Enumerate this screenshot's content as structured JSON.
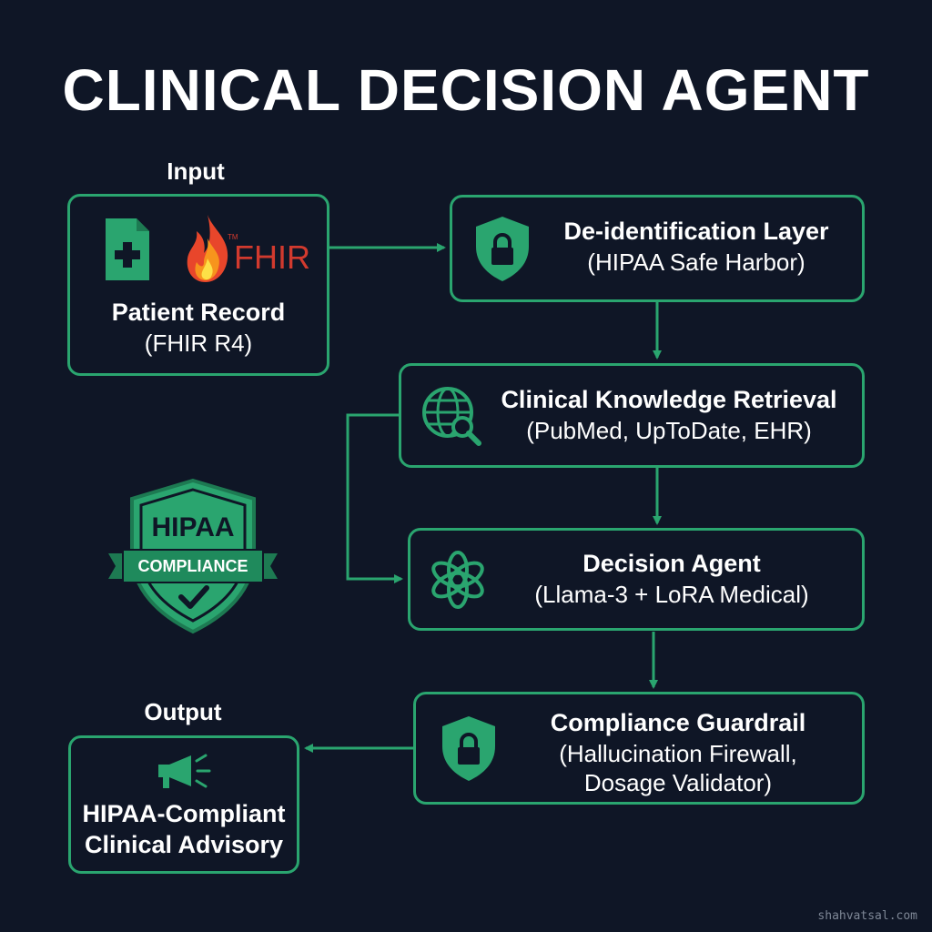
{
  "title": "CLINICAL DECISION AGENT",
  "colors": {
    "background": "#0f1626",
    "accent": "#2aa56f",
    "fhir": "#d23a2e"
  },
  "labels": {
    "input": "Input",
    "output": "Output"
  },
  "input_box": {
    "icons": [
      "medical-document-icon",
      "fhir-flame-logo"
    ],
    "logo_text": "FHIR",
    "logo_tm": "TM",
    "title": "Patient Record",
    "subtitle": "(FHIR R4)"
  },
  "steps": [
    {
      "icon": "shield-lock-icon",
      "title": "De-identification Layer",
      "subtitle": "(HIPAA Safe Harbor)"
    },
    {
      "icon": "globe-search-icon",
      "title": "Clinical Knowledge Retrieval",
      "subtitle": "(PubMed, UpToDate, EHR)"
    },
    {
      "icon": "ai-knot-icon",
      "title": "Decision Agent",
      "subtitle": "(Llama-3 + LoRA Medical)"
    },
    {
      "icon": "shield-lock-icon",
      "title": "Compliance Guardrail",
      "subtitle_line1": "(Hallucination Firewall,",
      "subtitle_line2": "Dosage Validator)"
    }
  ],
  "output_box": {
    "icon": "megaphone-icon",
    "line1": "HIPAA-Compliant",
    "line2": "Clinical Advisory"
  },
  "badge": {
    "top": "HIPAA",
    "ribbon": "COMPLIANCE",
    "icon": "checkmark-icon"
  },
  "watermark": "shahvatsal.com"
}
